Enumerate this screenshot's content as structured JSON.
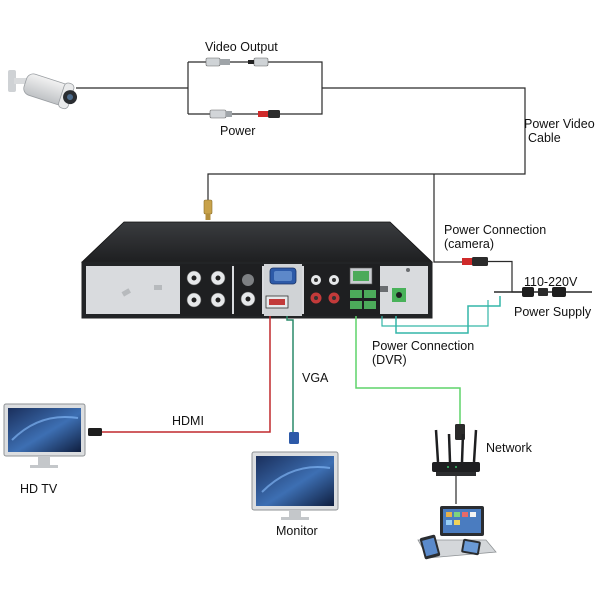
{
  "labels": {
    "video_output": "Video Output",
    "power": "Power",
    "power_video_cable": [
      "Power Video",
      "Cable"
    ],
    "power_connection_camera": [
      "Power Connection",
      "(camera)"
    ],
    "voltage": "110-220V",
    "power_supply": "Power Supply",
    "power_connection_dvr": [
      "Power Connection",
      "(DVR)"
    ],
    "vga": "VGA",
    "hdmi": "HDMI",
    "hd_tv": "HD TV",
    "monitor": "Monitor",
    "network": "Network"
  },
  "colors": {
    "cable_dark": "#2a2a2a",
    "hdmi_cable": "#c0282d",
    "vga_cable": "#2a8a6a",
    "power_cable": "#34b6a8",
    "network_cable": "#5fd36a",
    "dvr_body": "#222426",
    "dvr_panel": "#d9dbde"
  },
  "icons": [
    "camera-icon",
    "dvr-icon",
    "tv-icon",
    "monitor-icon",
    "router-icon",
    "laptop-icon",
    "power-adapter-icon"
  ]
}
